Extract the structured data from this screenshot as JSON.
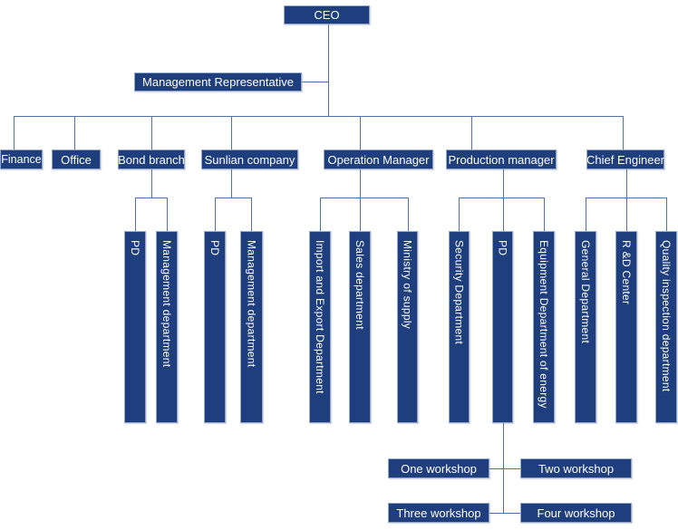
{
  "colors": {
    "node_fill": "#1F3E7D",
    "node_border": "#90A7C9",
    "connector": "#4F72A8",
    "node_text": "#FFFFFF",
    "background": "#FFFFFF"
  },
  "org": {
    "ceo": {
      "label": "CEO"
    },
    "management_representative": {
      "label": "Management Representative"
    },
    "departments": [
      {
        "label": "Finance"
      },
      {
        "label": "Office"
      },
      {
        "label": "Bond branch"
      },
      {
        "label": "Sunlian company"
      },
      {
        "label": "Operation Manager"
      },
      {
        "label": "Production manager"
      },
      {
        "label": "Chief Engineer"
      }
    ],
    "bond_branch_children": [
      {
        "label": "PD"
      },
      {
        "label": "Management department"
      }
    ],
    "sunlian_children": [
      {
        "label": "PD"
      },
      {
        "label": "Management department"
      }
    ],
    "operation_children": [
      {
        "label": "Import and Export Department"
      },
      {
        "label": "Sales department"
      },
      {
        "label": "Ministry of supply"
      }
    ],
    "production_children": [
      {
        "label": "Security Department"
      },
      {
        "label": "PD"
      },
      {
        "label": "Equipment Department of energy"
      }
    ],
    "chief_children": [
      {
        "label": "General Department"
      },
      {
        "label": "R &D Center"
      },
      {
        "label": "Quality inspection department"
      }
    ],
    "pd_workshops": [
      {
        "label": "One workshop"
      },
      {
        "label": "Two workshop"
      },
      {
        "label": "Three workshop"
      },
      {
        "label": "Four workshop"
      }
    ]
  }
}
